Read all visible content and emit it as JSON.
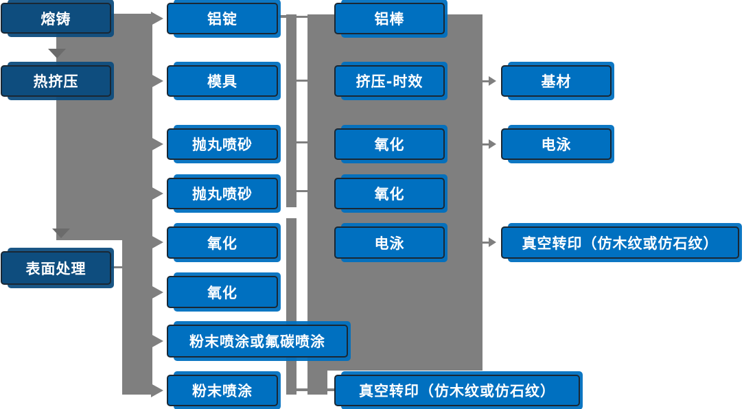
{
  "nodes": {
    "smelting": {
      "label": "熔铸"
    },
    "hot_extrusion": {
      "label": "热挤压"
    },
    "surface_treatment": {
      "label": "表面处理"
    },
    "aluminum_ingot": {
      "label": "铝锭"
    },
    "mold": {
      "label": "模具"
    },
    "shot_blasting_1": {
      "label": "抛丸喷砂"
    },
    "shot_blasting_2": {
      "label": "抛丸喷砂"
    },
    "oxidation_1": {
      "label": "氧化"
    },
    "oxidation_2": {
      "label": "氧化"
    },
    "powder_or_fluorocarbon_coating": {
      "label": "粉末喷涂或氟碳喷涂"
    },
    "powder_coating": {
      "label": "粉末喷涂"
    },
    "aluminum_rod": {
      "label": "铝棒"
    },
    "extrusion_aging": {
      "label": "挤压-时效"
    },
    "oxidation_3": {
      "label": "氧化"
    },
    "oxidation_4": {
      "label": "氧化"
    },
    "electrophoresis_1": {
      "label": "电泳"
    },
    "vacuum_transfer_bottom": {
      "label": "真空转印（仿木纹或仿石纹）"
    },
    "substrate": {
      "label": "基材"
    },
    "electrophoresis_2": {
      "label": "电泳"
    },
    "vacuum_transfer_right": {
      "label": "真空转印（仿木纹或仿石纹）"
    }
  },
  "colors": {
    "node_blue": "#0070C0",
    "node_dark_blue": "#0E4D7E",
    "connector_gray": "#7F7F7F",
    "chevron_gray": "#6B6B6B",
    "node_border": "#1A2733",
    "text_white": "#FFFFFF"
  }
}
